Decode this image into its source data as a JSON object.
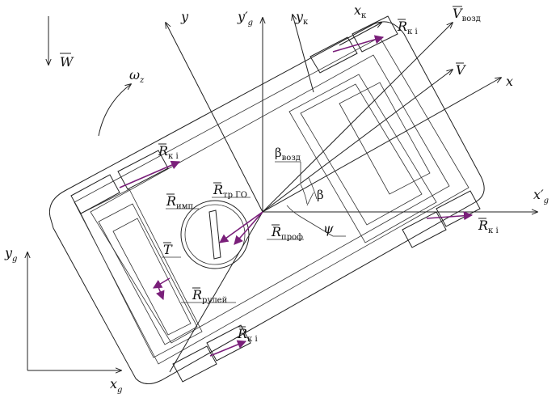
{
  "labels": {
    "y": "y",
    "yg_prime": "y′",
    "yg_prime_sub": "g",
    "yk": "y",
    "yk_sub": "к",
    "xk": "x",
    "xk_sub": "к",
    "Rki": "R",
    "Rki_sub": "к i",
    "Vvozd": "V",
    "Vvozd_sub": "возд",
    "V": "V",
    "x": "x",
    "W": "W",
    "omega": "ω",
    "omega_sub": "z",
    "beta_vozd": "β",
    "beta_vozd_sub": "возд",
    "beta": "β",
    "xg_prime": "x′",
    "xg_prime_sub": "g",
    "R_imp": "R",
    "R_imp_sub": "имп",
    "R_tr_go": "R",
    "R_tr_go_sub": "тр ГО",
    "T": "T",
    "R_prof": "R",
    "R_prof_sub": "проф",
    "psi": "ψ",
    "R_ruley": "R",
    "R_ruley_sub": "рулей",
    "yg": "y",
    "yg_sub": "g",
    "xg": "x",
    "xg_sub": "g"
  }
}
